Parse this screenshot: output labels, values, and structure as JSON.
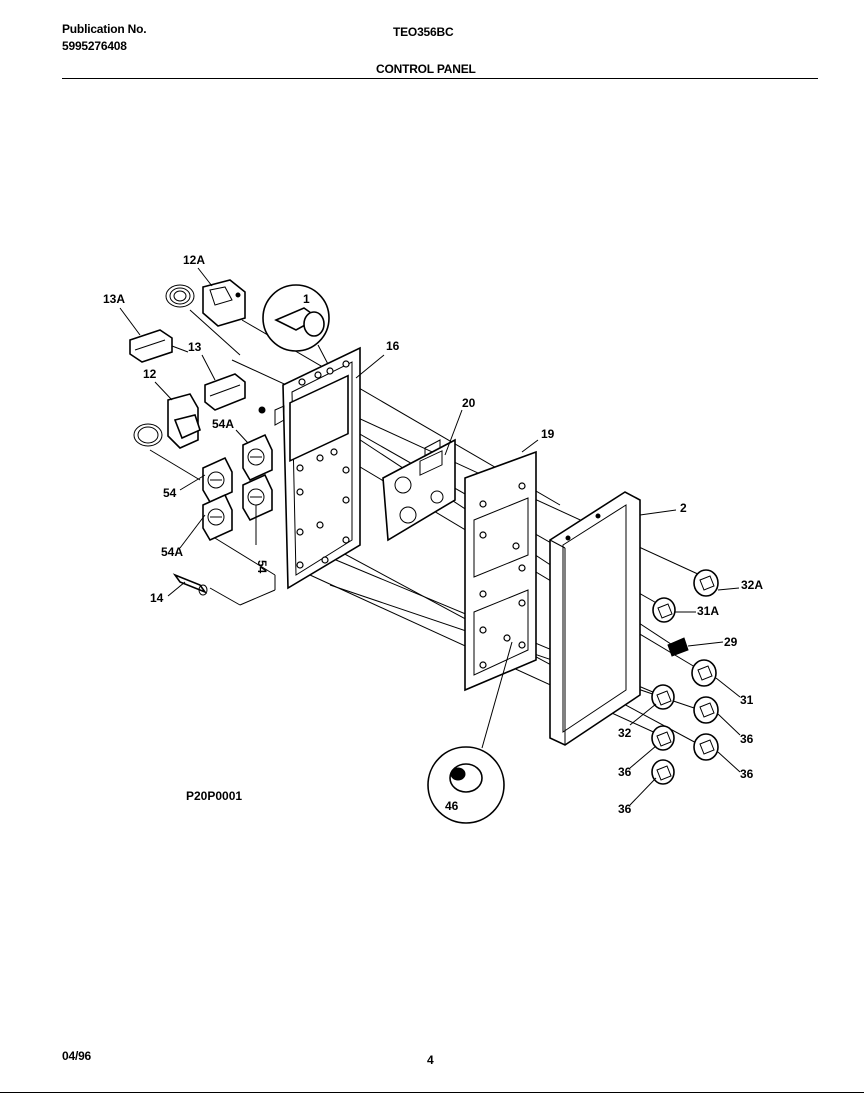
{
  "header": {
    "publication_label": "Publication No.",
    "publication_number": "5995276408",
    "model": "TEO356BC",
    "section_title": "CONTROL PANEL"
  },
  "diagram": {
    "figure_code": "P20P0001",
    "callouts": {
      "p12A": "12A",
      "p13A": "13A",
      "p1": "1",
      "p13": "13",
      "p16": "16",
      "p12": "12",
      "p20": "20",
      "p19": "19",
      "p54A_top": "54A",
      "p54_left": "54",
      "p54A_bottom": "54A",
      "p54_mid": "54",
      "p2": "2",
      "p32A": "32A",
      "p31A": "31A",
      "p14": "14",
      "p29": "29",
      "p31": "31",
      "p32": "32",
      "p36_a": "36",
      "p36_b": "36",
      "p36_c": "36",
      "p36_d": "36",
      "p46": "46"
    }
  },
  "footer": {
    "date": "04/96",
    "page_number": "4"
  }
}
